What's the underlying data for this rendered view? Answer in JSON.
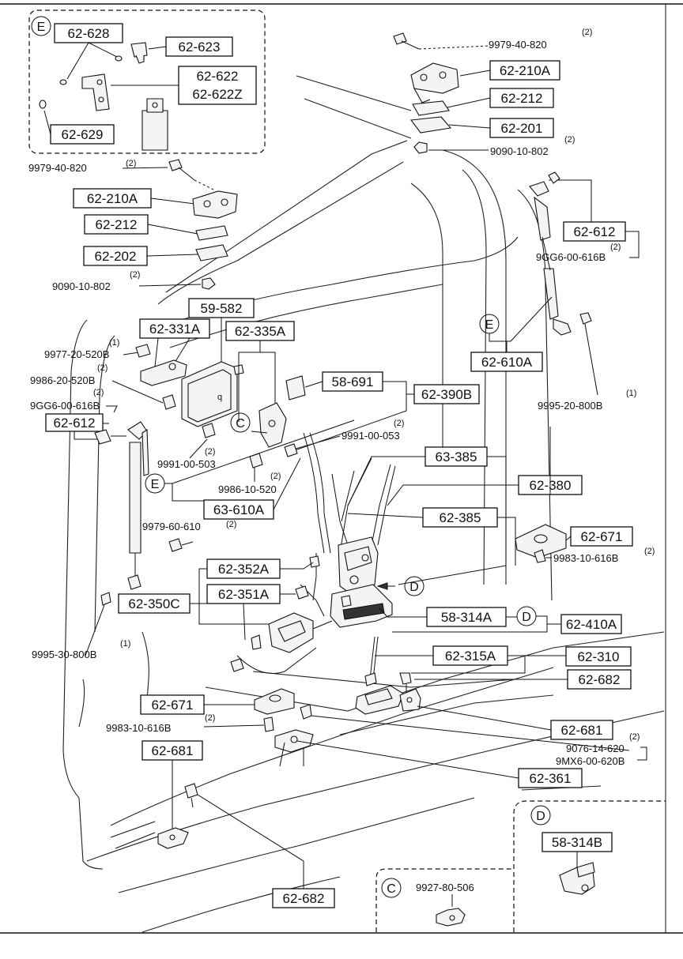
{
  "inset_e": {
    "letter": "E",
    "labels": {
      "p62628": "62-628",
      "p62623": "62-623",
      "p62622": "62-622",
      "p62622z": "62-622Z",
      "p62629": "62-629"
    }
  },
  "labels": {
    "r9979_40_820_top": "9979-40-820",
    "q9979_40_820_top": "(2)",
    "p62210a_r": "62-210A",
    "p62212_r": "62-212",
    "p62201": "62-201",
    "r9090_10_802_r": "9090-10-802",
    "q9090_10_802_r": "(2)",
    "r9979_40_820_l": "9979-40-820",
    "q9979_40_820_l": "(2)",
    "p62210a_l": "62-210A",
    "p62212_l": "62-212",
    "p62202": "62-202",
    "r9090_10_802_l": "9090-10-802",
    "q9090_10_802_l": "(2)",
    "p62612_r": "62-612",
    "r9gg6_r": "9GG6-00-616B",
    "q9gg6_r": "(2)",
    "p62610a_r": "62-610A",
    "r9995_20_800b": "9995-20-800B",
    "q9995_20_800b": "(1)",
    "p59582": "59-582",
    "p62331a": "62-331A",
    "p62335a": "62-335A",
    "r9977_20_520b": "9977-20-520B",
    "q9977_20_520b": "(1)",
    "r9986_20_520b": "9986-20-520B",
    "q9986_20_520b": "(2)",
    "r9gg6_l": "9GG6-00-616B",
    "q9gg6_l": "(2)",
    "p62612_l": "62-612",
    "p58691": "58-691",
    "p62390b": "62-390B",
    "r9991_00_053": "9991-00-053",
    "q9991_00_053": "(2)",
    "r9991_00_503": "9991-00-503",
    "q9991_00_503": "(2)",
    "r9986_10_520": "9986-10-520",
    "q9986_10_520": "(2)",
    "p63385": "63-385",
    "p62380": "62-380",
    "p63610a": "63-610A",
    "p62385": "62-385",
    "r9979_60_610": "9979-60-610",
    "q9979_60_610": "(2)",
    "p62671_r": "62-671",
    "r9983_10_616b_r": "9983-10-616B",
    "q9983_10_616b_r": "(2)",
    "p62352a": "62-352A",
    "p62351a": "62-351A",
    "p62350c": "62-350C",
    "p58314a": "58-314A",
    "p62410a": "62-410A",
    "r9995_30_800b": "9995-30-800B",
    "q9995_30_800b": "(1)",
    "p62315a": "62-315A",
    "p62310": "62-310",
    "p62682_r": "62-682",
    "p62671_l": "62-671",
    "r9983_10_616b_l": "9983-10-616B",
    "q9983_10_616b_l": "(2)",
    "p62681_r": "62-681",
    "r9076_14_620": "9076-14-620",
    "q9076_14_620": "(2)",
    "r9mx6": "9MX6-00-620B",
    "p62681_l": "62-681",
    "p62361": "62-361",
    "p62682_l": "62-682"
  },
  "callouts": {
    "c": "C",
    "d": "D",
    "e": "E"
  },
  "inset_d": {
    "letter": "D",
    "part": "58-314B"
  },
  "inset_c": {
    "letter": "C",
    "part": "9927-80-506"
  }
}
